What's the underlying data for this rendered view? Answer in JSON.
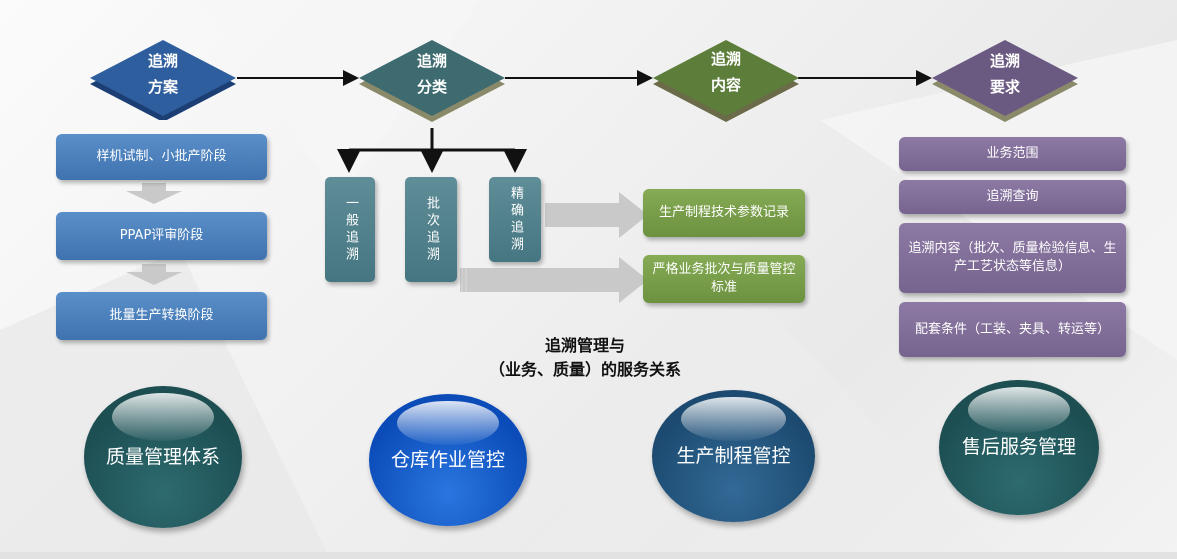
{
  "colors": {
    "diamond_blue": "#2f5e9e",
    "diamond_teal": "#3e6b70",
    "diamond_green": "#5d7d3b",
    "diamond_purple": "#6a5a82",
    "box_blue": "#4a7fbd",
    "box_purple": "#8470a0",
    "box_green": "#76a046",
    "box_teal": "#4f818c"
  },
  "headers": [
    {
      "line1": "追溯",
      "line2": "方案"
    },
    {
      "line1": "追溯",
      "line2": "分类"
    },
    {
      "line1": "追溯",
      "line2": "内容"
    },
    {
      "line1": "追溯",
      "line2": "要求"
    }
  ],
  "stages": [
    "样机试制、小批产阶段",
    "PPAP评审阶段",
    "批量生产转换阶段"
  ],
  "classifications": [
    "一般追溯",
    "批次追溯",
    "精确追溯"
  ],
  "contents": [
    "生产制程技术参数记录",
    "严格业务批次与质量管控标准"
  ],
  "requirements": [
    "业务范围",
    "追溯查询",
    "追溯内容（批次、质量检验信息、生产工艺状态等信息）",
    "配套条件（工装、夹具、转运等）"
  ],
  "center_title": {
    "line1": "追溯管理与",
    "line2": "（业务、质量）的服务关系"
  },
  "systems": [
    "质量管理体系",
    "仓库作业管控",
    "生产制程管控",
    "售后服务管理"
  ]
}
